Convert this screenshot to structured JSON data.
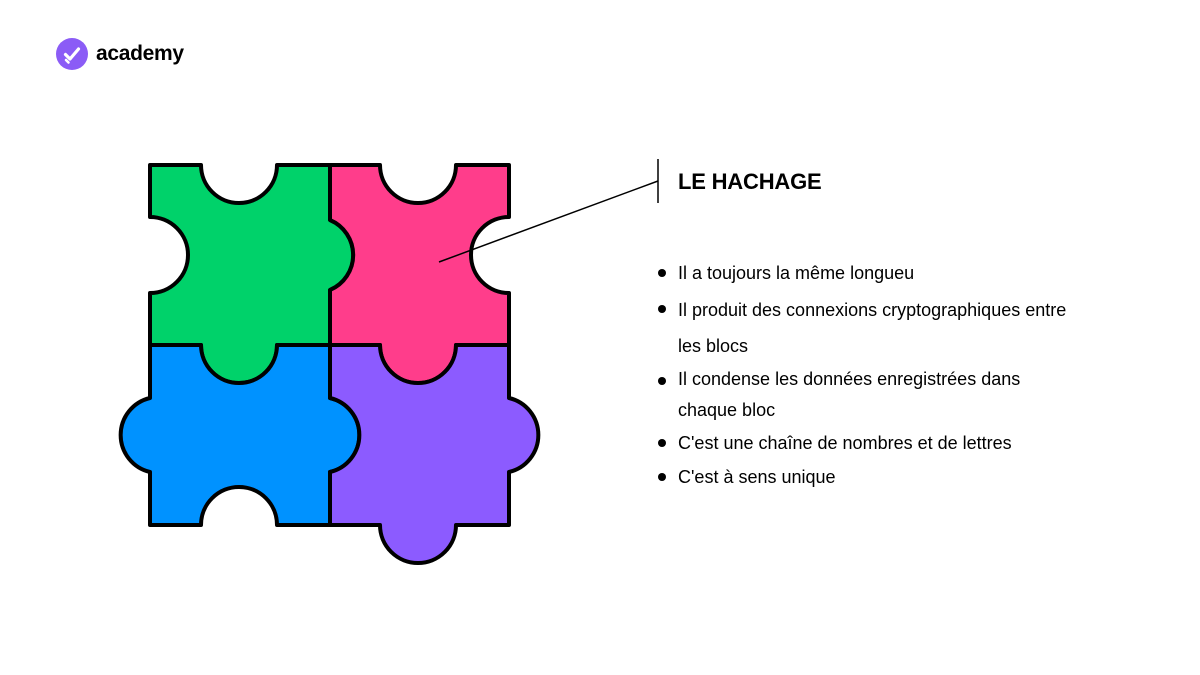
{
  "brand": {
    "name": "academy",
    "accent": "#8b5cf6"
  },
  "diagram": {
    "title": "LE HACHAGE",
    "pieces": [
      {
        "name": "green",
        "color": "#00d26a"
      },
      {
        "name": "pink",
        "color": "#ff3d8b"
      },
      {
        "name": "blue",
        "color": "#0092ff"
      },
      {
        "name": "purple",
        "color": "#8c5bff"
      }
    ],
    "outline": "#000000",
    "bullets": [
      "Il a toujours la même longueu",
      "Il produit des connexions cryptographiques entre les blocs",
      "Il condense les données enregistrées dans chaque bloc",
      "C'est une chaîne de nombres et de lettres",
      "C'est à sens unique"
    ]
  }
}
